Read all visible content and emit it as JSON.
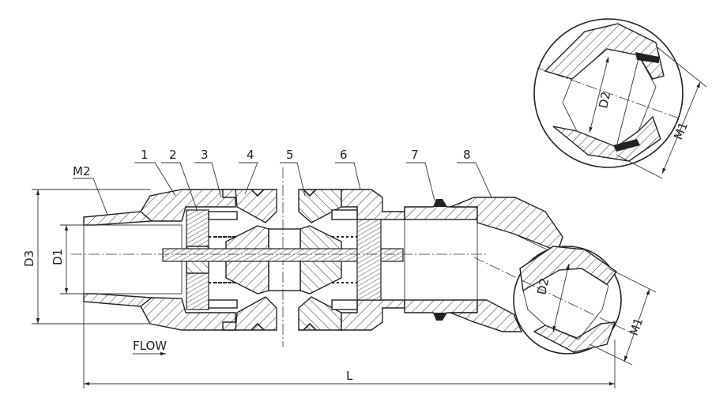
{
  "part_numbers": [
    "1",
    "2",
    "3",
    "4",
    "5",
    "6",
    "7",
    "8"
  ],
  "dimensions": {
    "m2": "M2",
    "d3": "D3",
    "d1": "D1",
    "d2_main": "D2",
    "m1_main": "M1",
    "d2_detail": "D2",
    "m1_detail": "M1",
    "length": "L"
  },
  "flow_label": "FLOW"
}
